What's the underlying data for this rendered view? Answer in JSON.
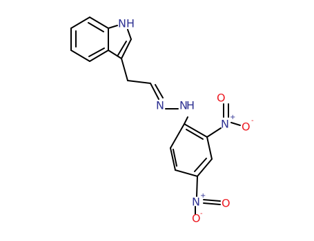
{
  "molecule": {
    "atoms": {
      "indole_nh": "NH",
      "imine_n": "N",
      "hydrazine_n": "N",
      "hydrazine_h": "H",
      "nitro2_n": "N",
      "nitro2_o_up": "O",
      "nitro2_o_right": "O",
      "nitro2_plus": "+",
      "nitro2_minus": "-",
      "nitro4_n": "N",
      "nitro4_o_right": "O",
      "nitro4_o_down": "O",
      "nitro4_plus": "+",
      "nitro4_minus": "-"
    },
    "colors": {
      "bond": "#000000",
      "nitrogen": "#2e3192",
      "oxygen": "#ed1c24"
    }
  }
}
